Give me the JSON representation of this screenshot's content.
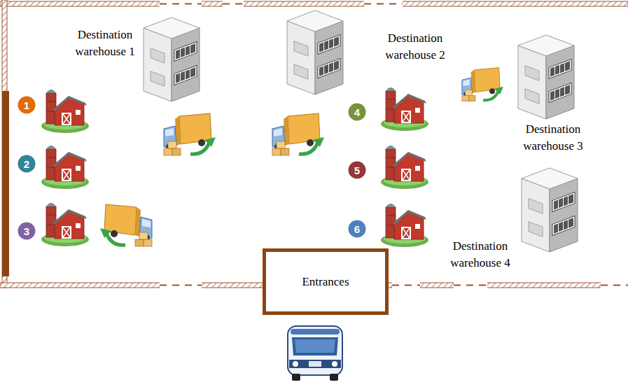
{
  "diagram": {
    "nodes": [
      {
        "text": [
          "1"
        ]
      },
      {
        "text": [
          "2"
        ]
      },
      {
        "text": [
          "3"
        ]
      },
      {
        "text": [
          "4"
        ]
      },
      {
        "text": [
          "5"
        ]
      },
      {
        "text": [
          "6"
        ]
      },
      {
        "text": [
          "Entrances"
        ]
      }
    ],
    "labels": [
      "Destination warehouse 1",
      "Destination warehouse 2",
      "Destination warehouse 3",
      "Destination warehouse 4"
    ]
  }
}
